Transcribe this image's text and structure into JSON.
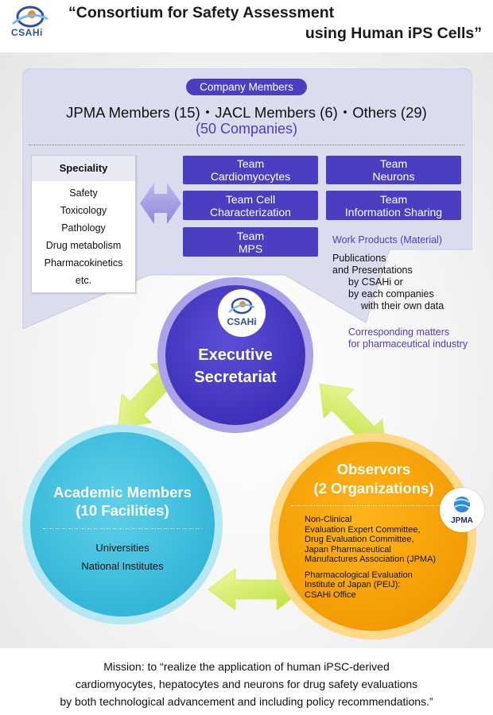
{
  "header": {
    "logo_text": "CSAHi",
    "title_line1": "“Consortium for Safety Assessment",
    "title_line2": "using Human iPS Cells”"
  },
  "company_members": {
    "label": "Company Members",
    "members_line": "JPMA Members (15)・JACL Members (6)・Others (29)",
    "companies_count": "(50 Companies)"
  },
  "speciality": {
    "title": "Speciality",
    "items": [
      "Safety",
      "Toxicology",
      "Pathology",
      "Drug metabolism",
      "Pharmacokinetics",
      "etc."
    ]
  },
  "teams": [
    {
      "line1": "Team",
      "line2": "Cardiomyocytes"
    },
    {
      "line1": "Team",
      "line2": "Neurons"
    },
    {
      "line1": "Team Cell",
      "line2": "Characterization"
    },
    {
      "line1": "Team",
      "line2": "Information Sharing"
    },
    {
      "line1": "Team",
      "line2": "MPS"
    }
  ],
  "work_products": {
    "title": "Work Products (Material)",
    "lines": [
      "Publications",
      "and Presentations",
      "by CSAHi or",
      "by each companies",
      "with their own data"
    ],
    "corresponding_line1": "Corresponding matters",
    "corresponding_line2": "for pharmaceutical industry"
  },
  "executive": {
    "logo_text": "CSAHi",
    "line1": "Executive",
    "line2": "Secretariat"
  },
  "academic": {
    "line1": "Academic Members",
    "line2": "(10 Facilities)",
    "items": [
      "Universities",
      "National Institutes"
    ]
  },
  "observors": {
    "line1": "Observors",
    "line2": "(2 Organizations)",
    "group1": [
      "Non-Clinical",
      "Evaluation Expert Committee,",
      "Drug Evaluation Committee,",
      "Japan Pharmaceutical",
      "Manufactures Association (JPMA)"
    ],
    "group2": [
      "Pharmacological Evaluation",
      "Institute of Japan (PEIJ):",
      "CSAHi Office"
    ],
    "badge_text": "JPMA"
  },
  "mission": {
    "line1": "Mission: to “realize the application of human iPSC-derived",
    "line2": "cardiomyocytes, hepatocytes and neurons for drug safety evaluations",
    "line3": "by both technological advancement and including policy recommendations.”"
  },
  "colors": {
    "team_purple": "#4a3fc0",
    "panel_lavender": "#dcdcef",
    "executive_circle": "#4638c4",
    "academic_circle": "#45c3e0",
    "observor_circle": "#f7a300",
    "arrow_yellow_green": "#d9ef4a"
  }
}
